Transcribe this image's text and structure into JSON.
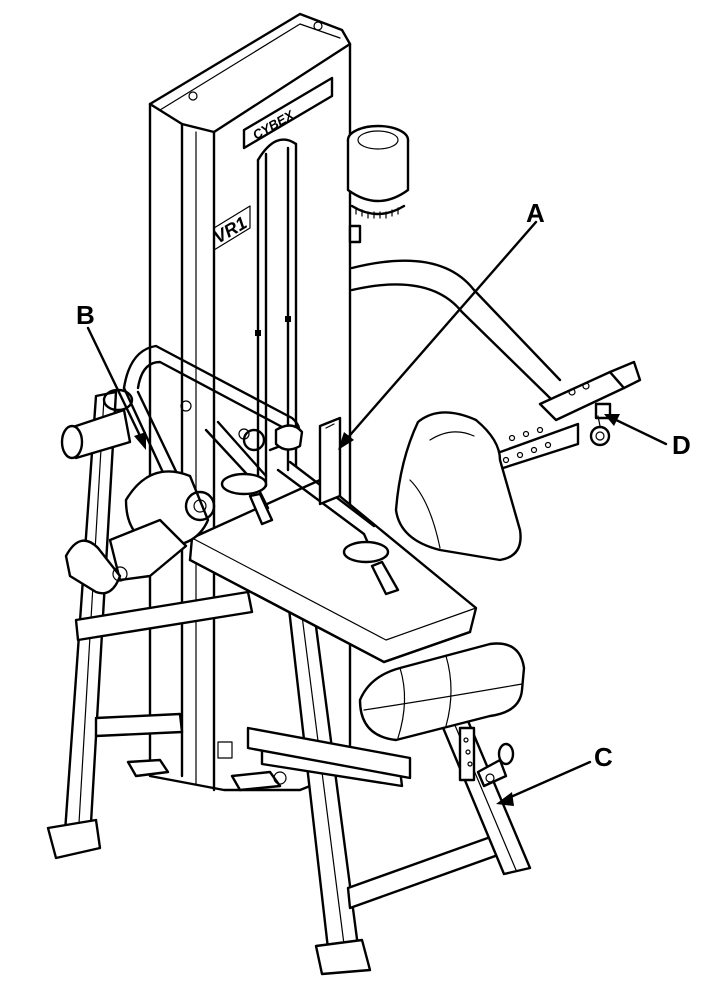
{
  "brand": "CYBEX",
  "model": "VR1",
  "callouts": [
    {
      "id": "A",
      "text": "A"
    },
    {
      "id": "B",
      "text": "B"
    },
    {
      "id": "C",
      "text": "C"
    },
    {
      "id": "D",
      "text": "D"
    }
  ]
}
